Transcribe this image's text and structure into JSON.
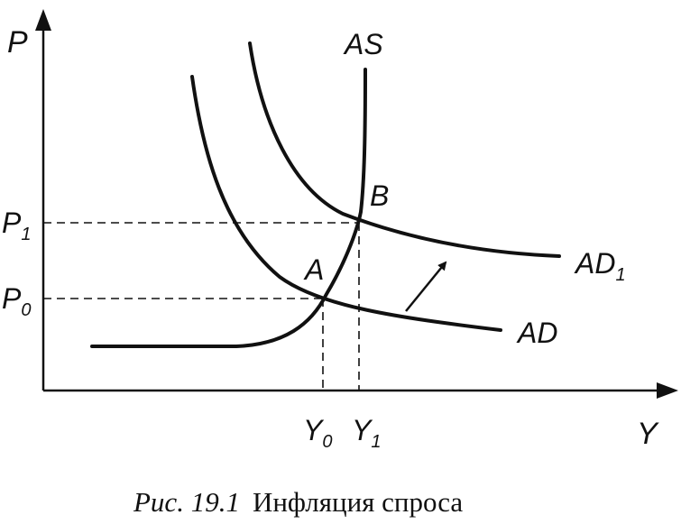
{
  "axes": {
    "y_label": "P",
    "x_label": "Y"
  },
  "curves": {
    "as": "AS",
    "ad": "AD",
    "ad1": "AD",
    "ad1_sub": "1"
  },
  "points": {
    "a": "A",
    "b": "B"
  },
  "levels": {
    "p": "P",
    "p0_sub": "0",
    "p1_sub": "1",
    "y": "Y",
    "y0_sub": "0",
    "y1_sub": "1"
  },
  "caption": {
    "number": "Рис. 19.1",
    "title": "Инфляция спроса"
  }
}
